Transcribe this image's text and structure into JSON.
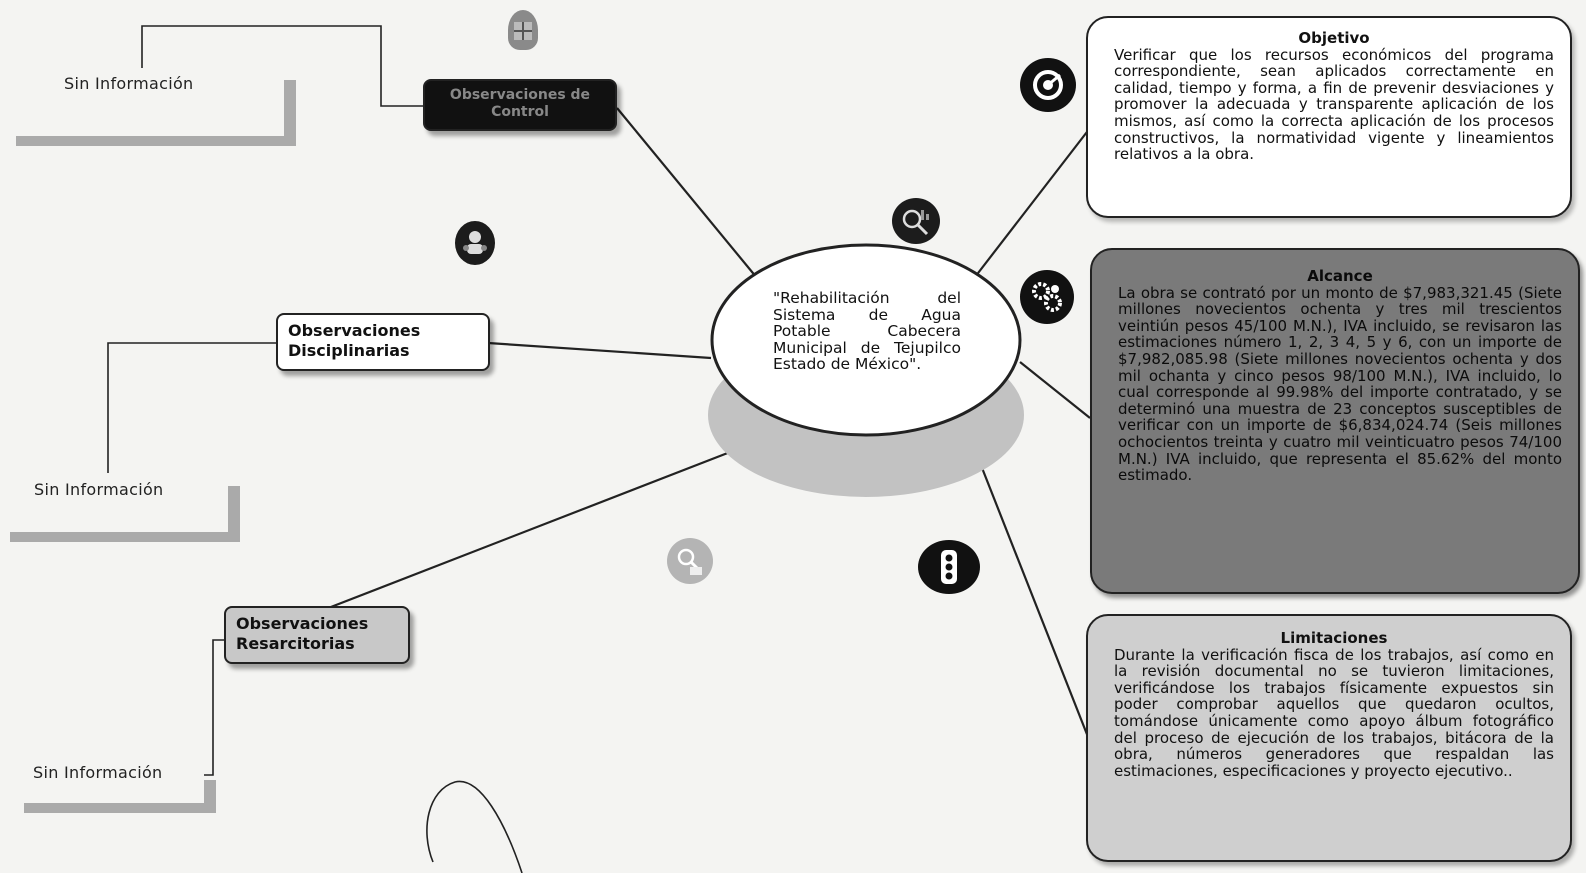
{
  "center": {
    "text": "\"Rehabilitación del Sistema de Agua Potable Cabecera Municipal de Tejupilco Estado de México\"."
  },
  "branches": {
    "control": {
      "label": "Observaciones de Control",
      "info": "Sin Información"
    },
    "disciplinarias": {
      "label": "Observaciones Disciplinarias",
      "info": "Sin Información"
    },
    "resarcitorias": {
      "label": "Observaciones Resarcitorias",
      "info": "Sin Información"
    }
  },
  "panels": {
    "objetivo": {
      "title": "Objetivo",
      "body": "Verificar que los recursos económicos del programa correspondiente, sean aplicados correctamente en calidad, tiempo y forma, a fin de prevenir desviaciones y promover la adecuada y transparente aplicación de los mismos, así como la correcta aplicación de los procesos constructivos, la normatividad vigente y lineamientos relativos a la obra."
    },
    "alcance": {
      "title": "Alcance",
      "body": "La obra se contrató por un monto de $7,983,321.45 (Siete millones novecientos ochenta y tres mil trescientos veintiún pesos 45/100 M.N.), IVA incluido, se revisaron las estimaciones número 1, 2, 3 4, 5 y 6, con un importe de $7,982,085.98 (Siete millones novecientos ochenta y dos mil ochanta y cinco pesos 98/100 M.N.), IVA incluido, lo cual corresponde al 99.98% del importe contratado, y se determinó una muestra de 23 conceptos susceptibles de verificar con un importe de $6,834,024.74 (Seis millones ochocientos treinta y cuatro mil veinticuatro pesos 74/100 M.N.) IVA incluido, que representa el 85.62% del monto estimado."
    },
    "limitaciones": {
      "title": "Limitaciones",
      "body": "Durante la verificación fisca de los trabajos, así como en la revisión documental no se tuvieron limitaciones, verificándose los trabajos físicamente expuestos sin poder comprobar aquellos que quedaron ocultos, tomándose únicamente como apoyo álbum fotográfico del proceso de ejecución de los trabajos, bitácora de la obra, números generadores que respaldan las estimaciones, especificaciones y proyecto ejecutivo.."
    }
  },
  "icons": {
    "top": "building-icon",
    "people": "people-icon",
    "search_people": "search-people-icon",
    "analysis": "analysis-icon",
    "target": "target-icon",
    "gears": "gears-icon",
    "traffic": "traffic-light-icon"
  },
  "colors": {
    "dark_node": "#111111",
    "alcance_panel": "#7a7a7a",
    "limitaciones_panel": "#cfcfcf",
    "resarcitorias_node": "#c8c8c8"
  }
}
